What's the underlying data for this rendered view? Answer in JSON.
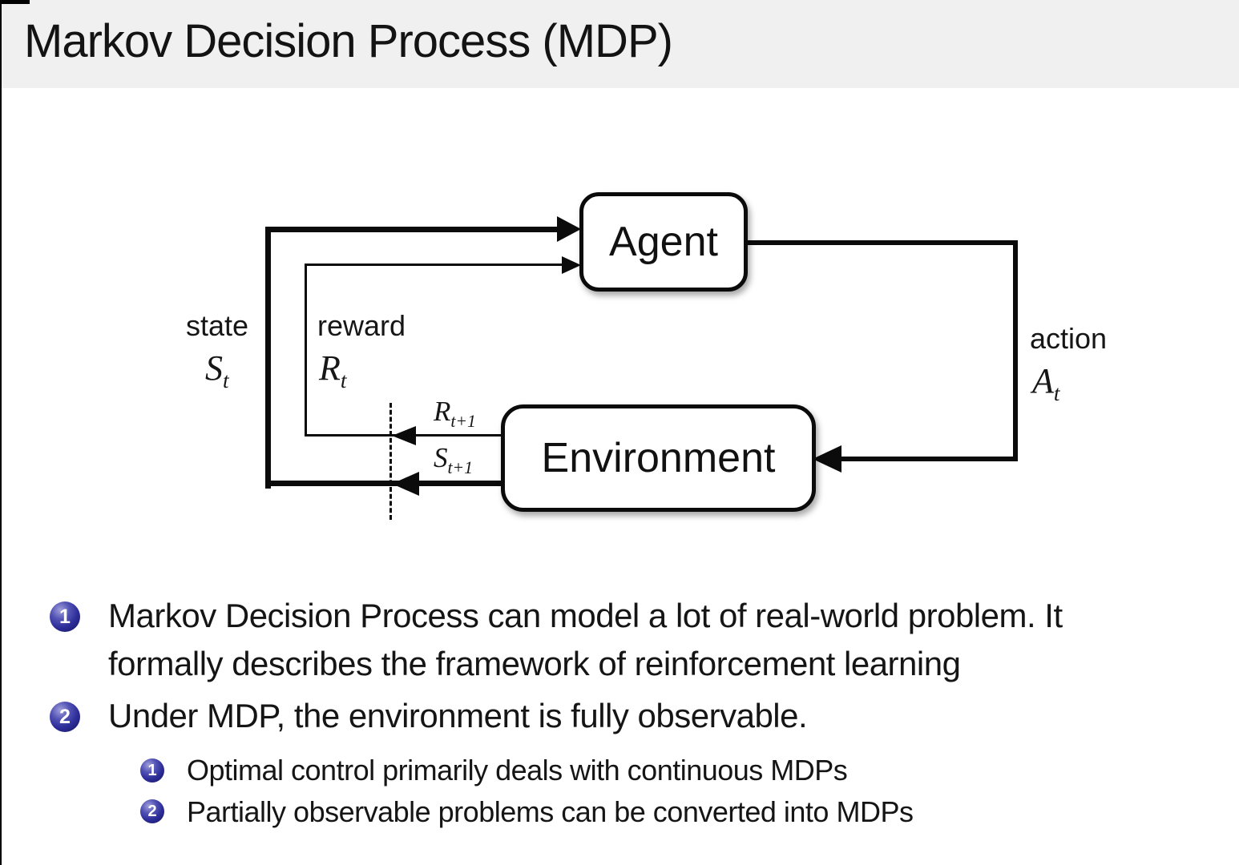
{
  "title": "Markov Decision Process (MDP)",
  "diagram": {
    "agent": "Agent",
    "environment": "Environment",
    "state": {
      "label": "state",
      "sym": "S",
      "sub": "t"
    },
    "reward": {
      "label": "reward",
      "sym": "R",
      "sub": "t"
    },
    "next_reward": {
      "sym": "R",
      "sub": "t+1"
    },
    "next_state": {
      "sym": "S",
      "sub": "t+1"
    },
    "action": {
      "label": "action",
      "sym": "A",
      "sub": "t"
    }
  },
  "bullets": [
    {
      "number": "1",
      "lines": [
        "Markov Decision Process can model a lot of real-world problem. It",
        "formally describes the framework of reinforcement learning"
      ]
    },
    {
      "number": "2",
      "lines": [
        "Under MDP, the environment is fully observable."
      ],
      "sub_items": [
        {
          "number": "1",
          "text": "Optimal control primarily deals with continuous MDPs"
        },
        {
          "number": "2",
          "text": "Partially observable problems can be converted into MDPs"
        }
      ]
    }
  ],
  "colors": {
    "title_bar_bg": "#f0f0f0",
    "bullet_ball_blue": "#2d2d99",
    "diagram_line": "#0b0b0b"
  }
}
